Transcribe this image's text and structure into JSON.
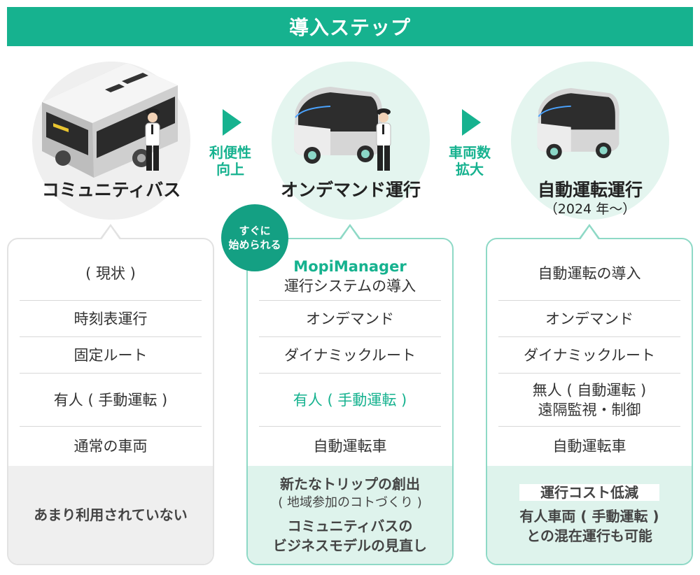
{
  "header": {
    "title": "導入ステップ"
  },
  "steps": [
    {
      "name": "コミュニティバス",
      "sub": ""
    },
    {
      "name": "オンデマンド運行",
      "sub": ""
    },
    {
      "name": "自動運転運行",
      "sub": "（2024 年〜）"
    }
  ],
  "transitions": [
    {
      "line1": "利便性",
      "line2": "向上"
    },
    {
      "line1": "車両数",
      "line2": "拡大"
    }
  ],
  "badge": {
    "line1": "すぐに",
    "line2": "始められる"
  },
  "cards": [
    {
      "rows": [
        "( 現状 )",
        "時刻表運行",
        "固定ルート",
        "有人 ( 手動運転 )",
        "通常の車両"
      ],
      "bottom": {
        "main": "あまり利用されていない"
      }
    },
    {
      "brand": "MopiManager",
      "rows": [
        "運行システムの導入",
        "オンデマンド",
        "ダイナミックルート",
        "有人 ( 手動運転 )",
        "自動運転車"
      ],
      "bottom": {
        "line1": "新たなトリップの創出",
        "line2": "( 地域参加のコトづくり )",
        "line3": "コミュニティバスの",
        "line4": "ビジネスモデルの見直し"
      }
    },
    {
      "rows": [
        "自動運転の導入",
        "オンデマンド",
        "ダイナミックルート",
        "無人 ( 自動運転 )",
        "遠隔監視・制御",
        "自動運転車"
      ],
      "bottom": {
        "label": "運行コスト低減",
        "line1": "有人車両 ( 手動運転 )",
        "line2": "との混在運行も可能"
      }
    }
  ],
  "colors": {
    "accent": "#16b28f",
    "badge": "#14a083",
    "card_green_bg": "#def3ec",
    "card_gray_bg": "#efefef"
  }
}
